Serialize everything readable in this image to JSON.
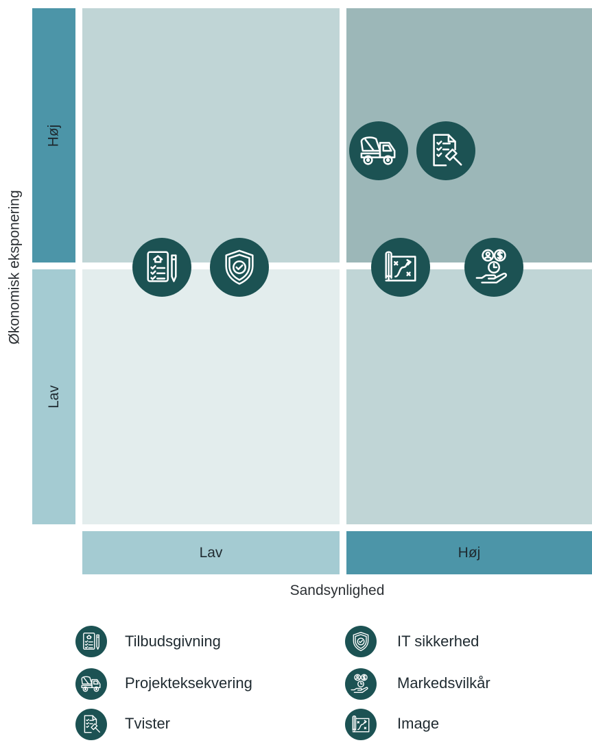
{
  "y_axis": {
    "title": "Økonomisk eksponering",
    "high_label": "Høj",
    "low_label": "Lav"
  },
  "x_axis": {
    "title": "Sandsynlighed",
    "low_label": "Lav",
    "high_label": "Høj"
  },
  "colors": {
    "marker": "#1c5253",
    "band_high": "#4c95a8",
    "band_low": "#a4cbd2",
    "quadrant_low_low": "#e3eded",
    "quadrant_low_high": "#c0d5d6",
    "quadrant_high_low": "#c0d5d6",
    "quadrant_high_high": "#9cb7b8"
  },
  "markers": [
    {
      "name": "Tilbudsgivning",
      "icon": "checklist-document-icon",
      "probability": "Lav",
      "exposure": "Lav/Høj"
    },
    {
      "name": "IT sikkerhed",
      "icon": "shield-check-icon",
      "probability": "Lav",
      "exposure": "Lav/Høj"
    },
    {
      "name": "Projekteksekvering",
      "icon": "cement-truck-icon",
      "probability": "Høj",
      "exposure": "Høj"
    },
    {
      "name": "Tvister",
      "icon": "document-gavel-icon",
      "probability": "Høj",
      "exposure": "Høj"
    },
    {
      "name": "Image",
      "icon": "map-route-icon",
      "probability": "Høj",
      "exposure": "Lav/Høj"
    },
    {
      "name": "Markedsvilkår",
      "icon": "hand-money-icon",
      "probability": "Høj",
      "exposure": "Lav/Høj"
    }
  ],
  "legend": [
    {
      "label": "Tilbudsgivning",
      "icon": "checklist-document-icon"
    },
    {
      "label": "IT sikkerhed",
      "icon": "shield-check-icon"
    },
    {
      "label": "Projekteksekvering",
      "icon": "cement-truck-icon"
    },
    {
      "label": "Markedsvilkår",
      "icon": "hand-money-icon"
    },
    {
      "label": "Tvister",
      "icon": "document-gavel-icon"
    },
    {
      "label": "Image",
      "icon": "map-route-icon"
    }
  ]
}
